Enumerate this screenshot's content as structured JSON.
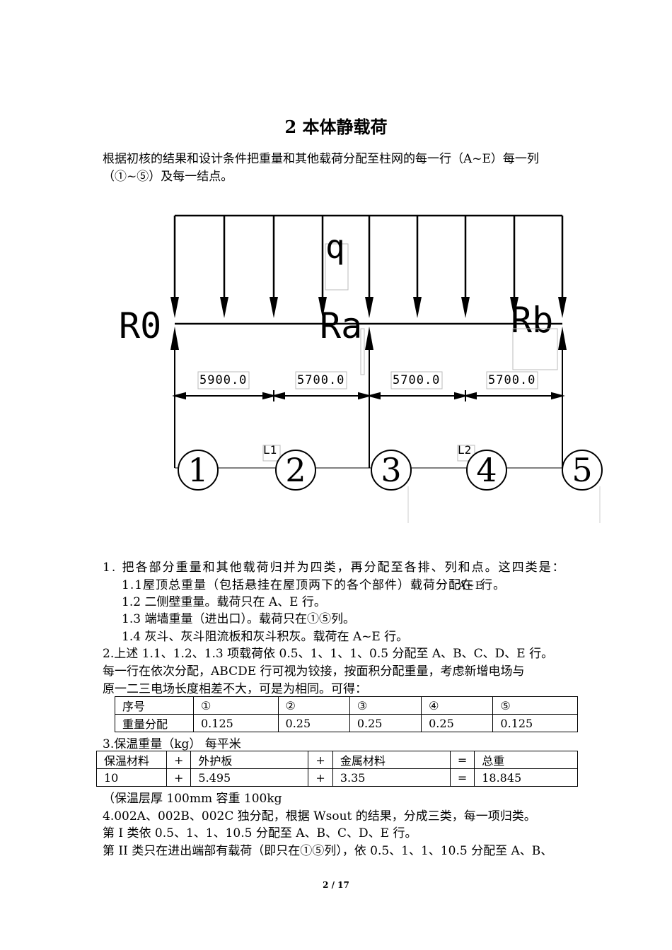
{
  "title": "2 本体静载荷",
  "intro": "根据初核的结果和设计条件把重量和其他载荷分配至柱网的每一行（A~E）每一列（①~⑤）及每一结点。",
  "diagram": {
    "load_label": "q",
    "reactions": [
      "R0",
      "Ra",
      "Rb"
    ],
    "spans": [
      "5900.0",
      "5700.0",
      "5700.0",
      "5700.0"
    ],
    "segments": [
      "L1",
      "L2"
    ],
    "nodes": [
      "1",
      "2",
      "3",
      "4",
      "5"
    ]
  },
  "items": {
    "item1": "1.  把各部分重量和其他载荷归并为四类，再分配至各排、列和点。这四类是：",
    "item1_1": "1.1屋顶总重量（包括悬挂在屋顶两下的各个部件）载荷分配在",
    "item1_1_overlap": "A~E",
    "item1_1_tail": "行。",
    "item1_2": "1.2 二侧壁重量。载荷只在 A、E 行。",
    "item1_3": "1.3 端墙重量（进出口）。载荷只在①⑤列。",
    "item1_4": "1.4 灰斗、灰斗阻流板和灰斗积灰。载荷在 A~E 行。",
    "item2a": "2.上述 1.1、1.2、1.3 项载荷依 0.5、1、1、1、0.5 分配至 A、B、C、D、E 行。",
    "item2b": "每一行在依次分配，ABCDE 行可视为铰接，按面积分配重量，考虑新增电场与",
    "item2c": "原一二三电场长度相差不大，可是为相同。可得：",
    "item3": "3.保温重量（kg）  每平米",
    "note": "（保温层厚 100mm  容重 100kg",
    "item4a": "4.002A、002B、002C 独分配，根据 Wsout 的结果，分成三类，每一项归类。",
    "item4b": "第 I 类依 0.5、1、1、10.5 分配至 A、B、C、D、E 行。",
    "item4c": "第 II 类只在进出端部有载荷（即只在①⑤列），依 0.5、1、1、10.5 分配至 A、B、"
  },
  "table1": {
    "header": [
      "序号",
      "①",
      "②",
      "③",
      "④",
      "⑤"
    ],
    "row": [
      "重量分配",
      "0.125",
      "0.25",
      "0.25",
      "0.25",
      "0.125"
    ]
  },
  "table2": {
    "header": [
      "保温材料",
      "+",
      "外护板",
      "+",
      "金属材料",
      "=",
      "总重"
    ],
    "row": [
      "10",
      "+",
      "5.495",
      "+",
      "3.35",
      "=",
      "18.845"
    ]
  },
  "page_number": "2 / 17"
}
